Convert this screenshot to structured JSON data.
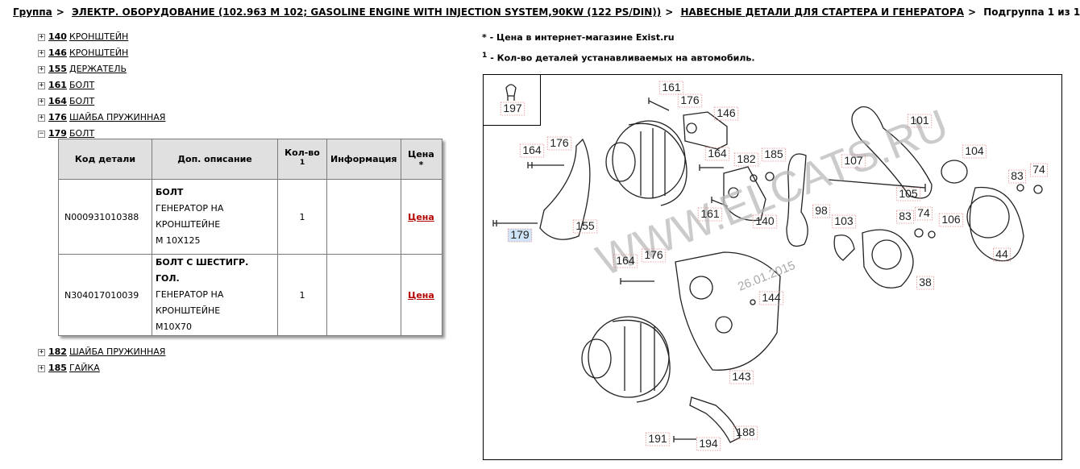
{
  "breadcrumb": {
    "root": "Группа",
    "engine": "ЭЛЕКТР. ОБОРУДОВАНИЕ (102.963 M 102; GASOLINE ENGINE WITH INJECTION SYSTEM,90KW (122 PS/DIN))",
    "section": "НАВЕСНЫЕ ДЕТАЛИ ДЛЯ СТАРТЕРА И ГЕНЕРАТОРА",
    "current": "Подгруппа 1 из 1",
    "separator": ">"
  },
  "tree": {
    "items_top": [
      {
        "num": "140",
        "name": "КРОНШТЕЙН",
        "toggle": "+"
      },
      {
        "num": "146",
        "name": "КРОНШТЕЙН",
        "toggle": "+"
      },
      {
        "num": "155",
        "name": "ДЕРЖАТЕЛЬ",
        "toggle": "+"
      },
      {
        "num": "161",
        "name": "БОЛТ",
        "toggle": "+"
      },
      {
        "num": "164",
        "name": "БОЛТ",
        "toggle": "+"
      },
      {
        "num": "176",
        "name": "ШАЙБА ПРУЖИННАЯ",
        "toggle": "+"
      },
      {
        "num": "179",
        "name": "БОЛТ",
        "toggle": "−"
      }
    ],
    "items_bottom": [
      {
        "num": "182",
        "name": "ШАЙБА ПРУЖИННАЯ",
        "toggle": "+"
      },
      {
        "num": "185",
        "name": "ГАЙКА",
        "toggle": "+"
      }
    ]
  },
  "parts_table": {
    "headers": {
      "code": "Код детали",
      "desc": "Доп. описание",
      "qty": "Кол-во",
      "qty_sup": "1",
      "info": "Информация",
      "price": "Цена",
      "price_note": "*"
    },
    "rows": [
      {
        "code": "N000931010388",
        "title": "БОЛТ",
        "l1": "ГЕНЕРАТОР НА",
        "l2": "КРОНШТЕЙНЕ",
        "l3": "M 10X125",
        "qty": "1",
        "info": "",
        "price": "Цена"
      },
      {
        "code": "N304017010039",
        "title": "БОЛТ С ШЕСТИГР. ГОЛ.",
        "l1": "ГЕНЕРАТОР НА",
        "l2": "КРОНШТЕЙНЕ",
        "l3": "M10X70",
        "qty": "1",
        "info": "",
        "price": "Цена"
      }
    ]
  },
  "notes": {
    "price_mark": "*",
    "price_text": "- Цена в интернет-магазине Exist.ru",
    "qty_mark": "1",
    "qty_text": "- Кол-во деталей устанавливаемых на автомобиль."
  },
  "diagram": {
    "watermark": "WWW.ELCATS.RU",
    "date_stamp": "26.01.2015",
    "callouts": [
      "197",
      "161",
      "176",
      "146",
      "101",
      "164",
      "176",
      "164",
      "182",
      "185",
      "107",
      "104",
      "83",
      "74",
      "105",
      "106",
      "161",
      "140",
      "98",
      "103",
      "83",
      "74",
      "155",
      "179",
      "44",
      "164",
      "176",
      "38",
      "144",
      "143",
      "191",
      "194",
      "188"
    ],
    "highlight_color": "#cfe4f6",
    "callout_border_color": "#e08a8a"
  },
  "colors": {
    "price_link": "#b30000",
    "header_bg": "#e0e0e0"
  }
}
